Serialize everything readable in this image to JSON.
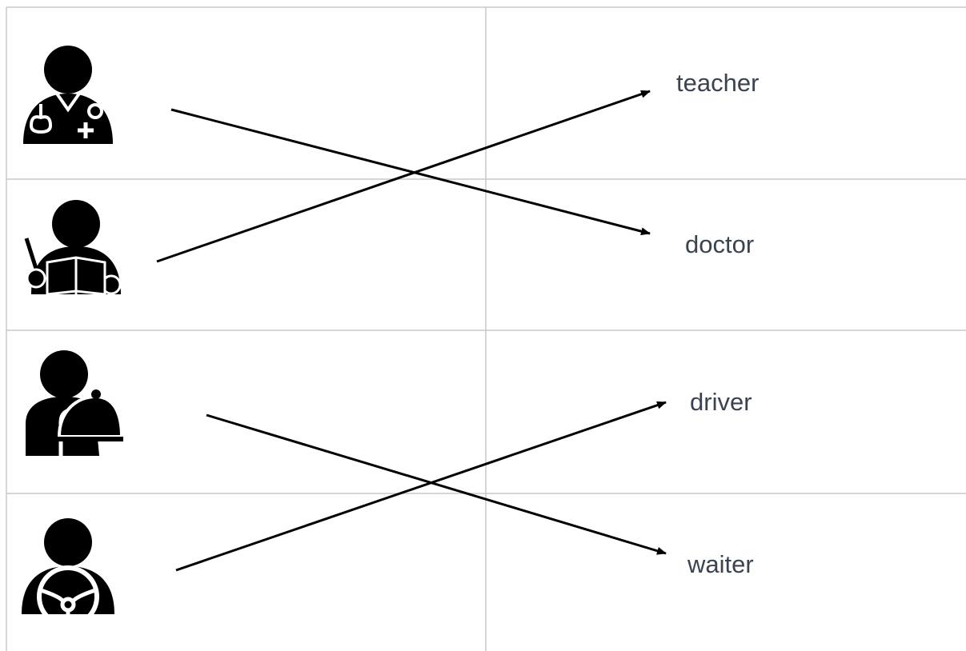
{
  "exercise": {
    "left_column": [
      {
        "icon": "doctor-icon"
      },
      {
        "icon": "teacher-icon"
      },
      {
        "icon": "waiter-icon"
      },
      {
        "icon": "driver-icon"
      }
    ],
    "right_column": [
      {
        "word": "teacher"
      },
      {
        "word": "doctor"
      },
      {
        "word": "driver"
      },
      {
        "word": "waiter"
      }
    ],
    "matches": [
      {
        "icon": "doctor-icon",
        "word": "doctor"
      },
      {
        "icon": "teacher-icon",
        "word": "teacher"
      },
      {
        "icon": "waiter-icon",
        "word": "waiter"
      },
      {
        "icon": "driver-icon",
        "word": "driver"
      }
    ],
    "colors": {
      "grid": "#c8c8c8",
      "ink": "#000000",
      "word": "#3a4350"
    }
  }
}
